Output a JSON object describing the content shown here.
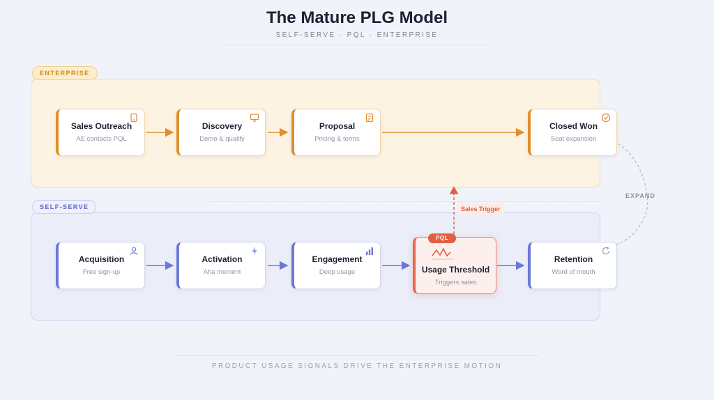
{
  "title": "The Mature PLG Model",
  "subtitle": "SELF-SERVE · PQL · ENTERPRISE",
  "footer": "PRODUCT USAGE SIGNALS DRIVE THE ENTERPRISE MOTION",
  "lanes": {
    "enterprise": "ENTERPRISE",
    "self_serve": "SELF-SERVE"
  },
  "enterprise_nodes": [
    {
      "title": "Sales Outreach",
      "sub": "AE contacts PQL",
      "icon": "phone-icon"
    },
    {
      "title": "Discovery",
      "sub": "Demo & qualify",
      "icon": "monitor-icon"
    },
    {
      "title": "Proposal",
      "sub": "Pricing & terms",
      "icon": "document-icon"
    },
    {
      "title": "Closed Won",
      "sub": "Seat expansion",
      "icon": "check-circle-icon"
    }
  ],
  "self_serve_nodes": [
    {
      "title": "Acquisition",
      "sub": "Free sign-up",
      "icon": "user-icon"
    },
    {
      "title": "Activation",
      "sub": "Aha moment",
      "icon": "bolt-icon"
    },
    {
      "title": "Engagement",
      "sub": "Deep usage",
      "icon": "bar-chart-icon"
    },
    {
      "title": "Usage Threshold",
      "sub": "Triggers sales",
      "icon": "pulse-icon",
      "badge": "PQL"
    },
    {
      "title": "Retention",
      "sub": "Word of mouth",
      "icon": "refresh-icon"
    }
  ],
  "connectors": {
    "sales_trigger": "Sales Trigger",
    "expand": "EXPAND"
  },
  "colors": {
    "enterprise_accent": "#e08e2e",
    "self_serve_accent": "#6b78d6",
    "pql_accent": "#e0603f"
  }
}
